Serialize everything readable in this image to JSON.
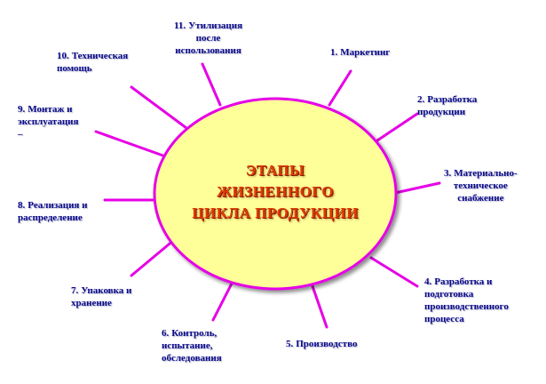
{
  "diagram": {
    "center_title_lines": [
      "ЭТАПЫ",
      "ЖИЗНЕННОГО",
      "ЦИКЛА ПРОДУКЦИИ"
    ],
    "stages": [
      {
        "number": "1.",
        "lines": [
          "Маркетинг"
        ]
      },
      {
        "number": "2.",
        "lines": [
          "Разработка",
          "продукции"
        ]
      },
      {
        "number": "3.",
        "lines": [
          "Материально-",
          "техническое",
          "снабжение"
        ]
      },
      {
        "number": "4.",
        "lines": [
          "Разработка и",
          "подготовка",
          "производственного",
          "процесса"
        ]
      },
      {
        "number": "5.",
        "lines": [
          "Производство"
        ]
      },
      {
        "number": "6.",
        "lines": [
          "Контроль,",
          "испытание,",
          "обследования"
        ]
      },
      {
        "number": "7.",
        "lines": [
          "Упаковка и",
          "хранение"
        ]
      },
      {
        "number": "8.",
        "lines": [
          "Реализация и",
          "распределение"
        ]
      },
      {
        "number": "9.",
        "lines": [
          "Монтаж и",
          "эксплуатация",
          "–"
        ]
      },
      {
        "number": "10.",
        "lines": [
          "Техническая",
          "помощь"
        ]
      },
      {
        "number": "11.",
        "lines": [
          "Утилизация",
          "после",
          "использования"
        ]
      }
    ],
    "colors": {
      "ellipse_fill": "#ffff99",
      "ellipse_stroke": "#e600e6",
      "ray": "#e600e6",
      "label_text": "#0a0a8a",
      "title_text": "#e03a00"
    }
  }
}
